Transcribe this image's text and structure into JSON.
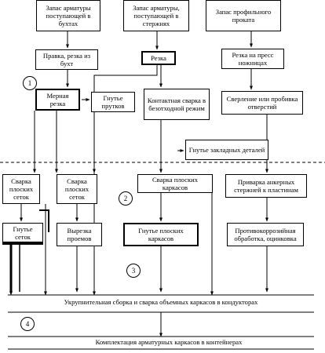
{
  "nodes": {
    "store_rebar_coils": "Запас арматуры поступающей в бухтах",
    "store_rebar_rods": "Запас арматуры, поступающей в стержнях",
    "store_profile": "Запас профильного проката",
    "straighten_cut_coil": "Правка, резка из бухт",
    "cutting_rods": "Резка",
    "cutting_profile": "Резка на пресс ножницах",
    "mesh_welding": "Мерная резка",
    "cutting_rods_2": "Гнутье прутков",
    "contact_welding": "Контактная сварка в безотходной режим",
    "drilling": "Сверление или пробивка отверстий",
    "bending_rods": "Гнутье закладных деталей",
    "weld_mesh": "Сварка плоских сеток",
    "weld_lengths": "Сварка плоских сеток",
    "weld_frames": "Сварка плоских каркасов",
    "weld_anchor": "Приварка анкерных стержней к пластинам",
    "bend_mesh": "Гнутье сеток",
    "cut_frames": "Вырезка проемов",
    "bend_frames": "Гнутье плоских каркасов",
    "anticorrosion": "Противокоррозийная обработка, оцинковка",
    "assembly": "Укрупнительная сборка и сварка объемных каркасов в кондукторах",
    "packing": "Комплектация арматурных каркасов в контейнерах"
  },
  "markers": {
    "m1": "1",
    "m2": "2",
    "m3": "3",
    "m4": "4"
  }
}
